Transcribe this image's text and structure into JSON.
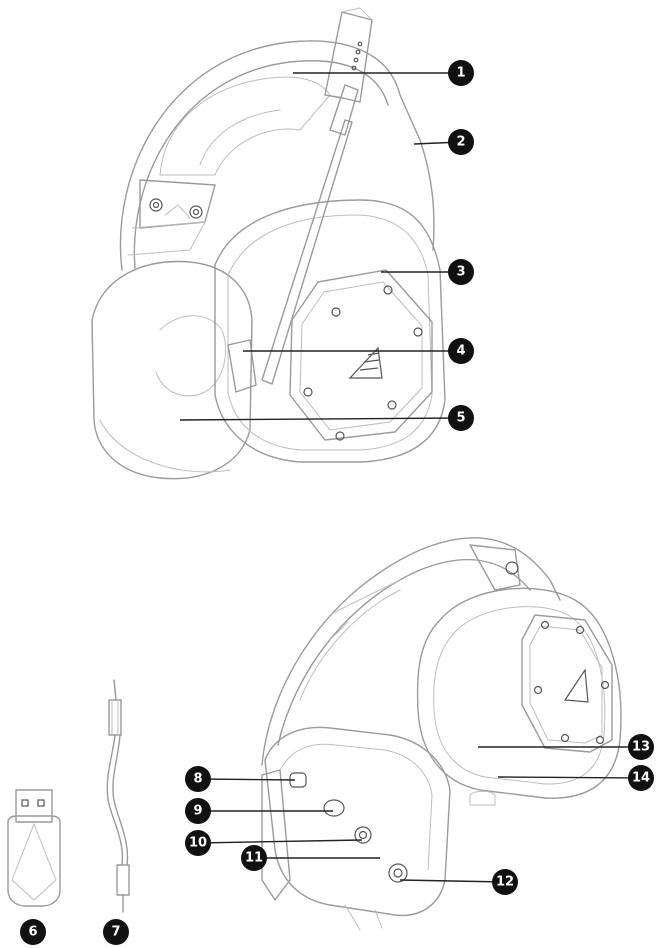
{
  "callouts": [
    {
      "id": "callout-1",
      "label": "1"
    },
    {
      "id": "callout-2",
      "label": "2"
    },
    {
      "id": "callout-3",
      "label": "3"
    },
    {
      "id": "callout-4",
      "label": "4"
    },
    {
      "id": "callout-5",
      "label": "5"
    },
    {
      "id": "callout-6",
      "label": "6"
    },
    {
      "id": "callout-7",
      "label": "7"
    },
    {
      "id": "callout-8",
      "label": "8"
    },
    {
      "id": "callout-9",
      "label": "9"
    },
    {
      "id": "callout-10",
      "label": "10"
    },
    {
      "id": "callout-11",
      "label": "11"
    },
    {
      "id": "callout-12",
      "label": "12"
    },
    {
      "id": "callout-13",
      "label": "13"
    },
    {
      "id": "callout-14",
      "label": "14"
    }
  ],
  "colors": {
    "badge": "#111111",
    "badge_text": "#ffffff",
    "line_art": "#9a9a9a"
  }
}
